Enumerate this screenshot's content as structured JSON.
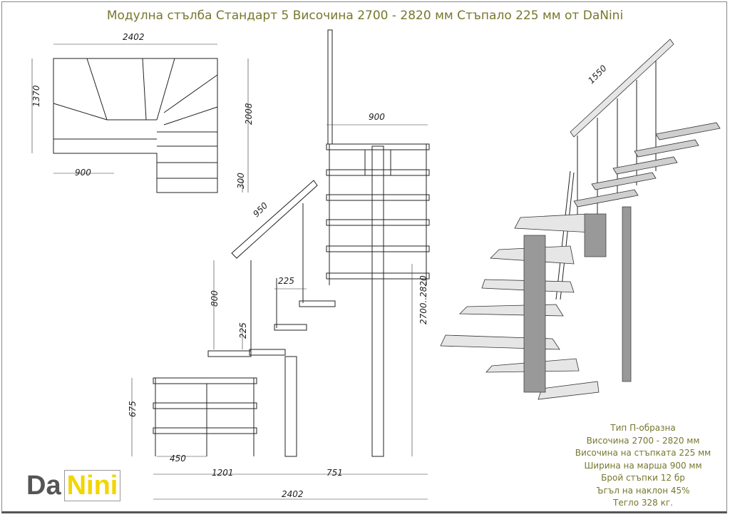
{
  "title": "Модулна стълба Стандарт 5 Височина 2700 - 2820 мм Стъпало 225 мм от DaNini",
  "logo": {
    "part1": "Da",
    "part2": "Nini"
  },
  "specs": [
    "Тип П-образна",
    "Височина 2700 - 2820 мм",
    "Височина на стъпката 225 мм",
    "Ширина на марша 900 мм",
    "Брой стъпки 12 бр",
    "Ъгъл на наклон 45%",
    "Тегло 328 кг."
  ],
  "plan_view": {
    "width": "2402",
    "depth": "1370",
    "length": "2008",
    "march_width": "900",
    "offset": "300"
  },
  "elevation": {
    "landing_width": "900",
    "upper_rail": "950",
    "tread_depth": "225",
    "rail_height": "800",
    "step_height": "225",
    "total_height": "2700..2820",
    "lower_rail": "675",
    "bottom_offset": "450",
    "left_span": "1201",
    "right_span": "751",
    "overall_width": "2402"
  },
  "isometric": {
    "rail_length": "1550"
  }
}
